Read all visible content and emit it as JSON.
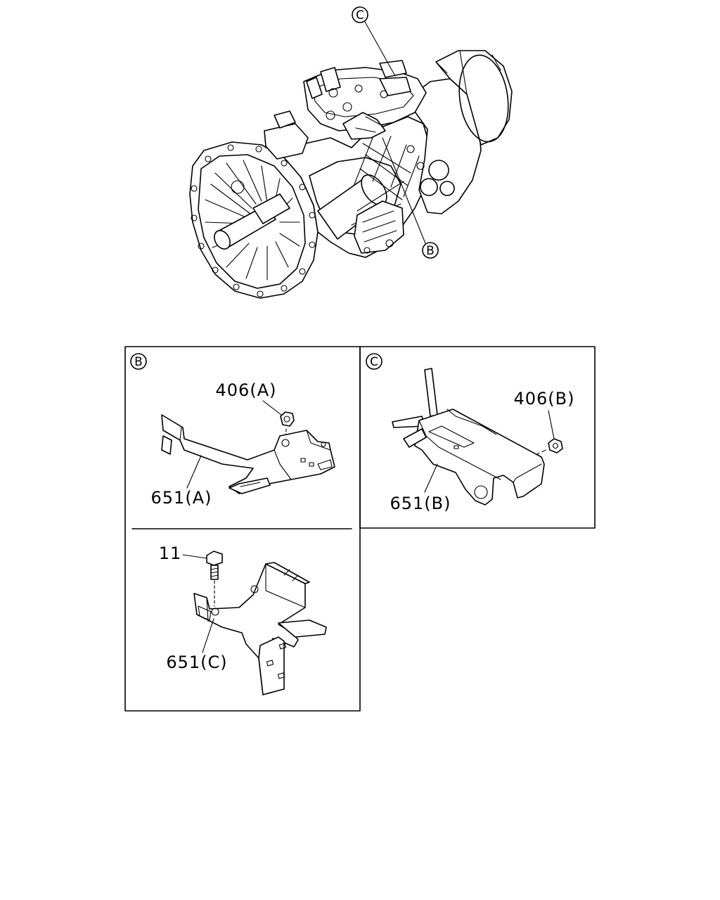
{
  "callouts": {
    "top_b": "B",
    "top_c": "C"
  },
  "panels": {
    "b": {
      "letter": "B",
      "labels": {
        "nut": "406(A)",
        "bracket": "651(A)"
      }
    },
    "c": {
      "letter": "C",
      "labels": {
        "nut": "406(B)",
        "bracket": "651(B)"
      }
    },
    "lower": {
      "labels": {
        "bolt": "11",
        "bracket": "651(C)"
      }
    }
  }
}
